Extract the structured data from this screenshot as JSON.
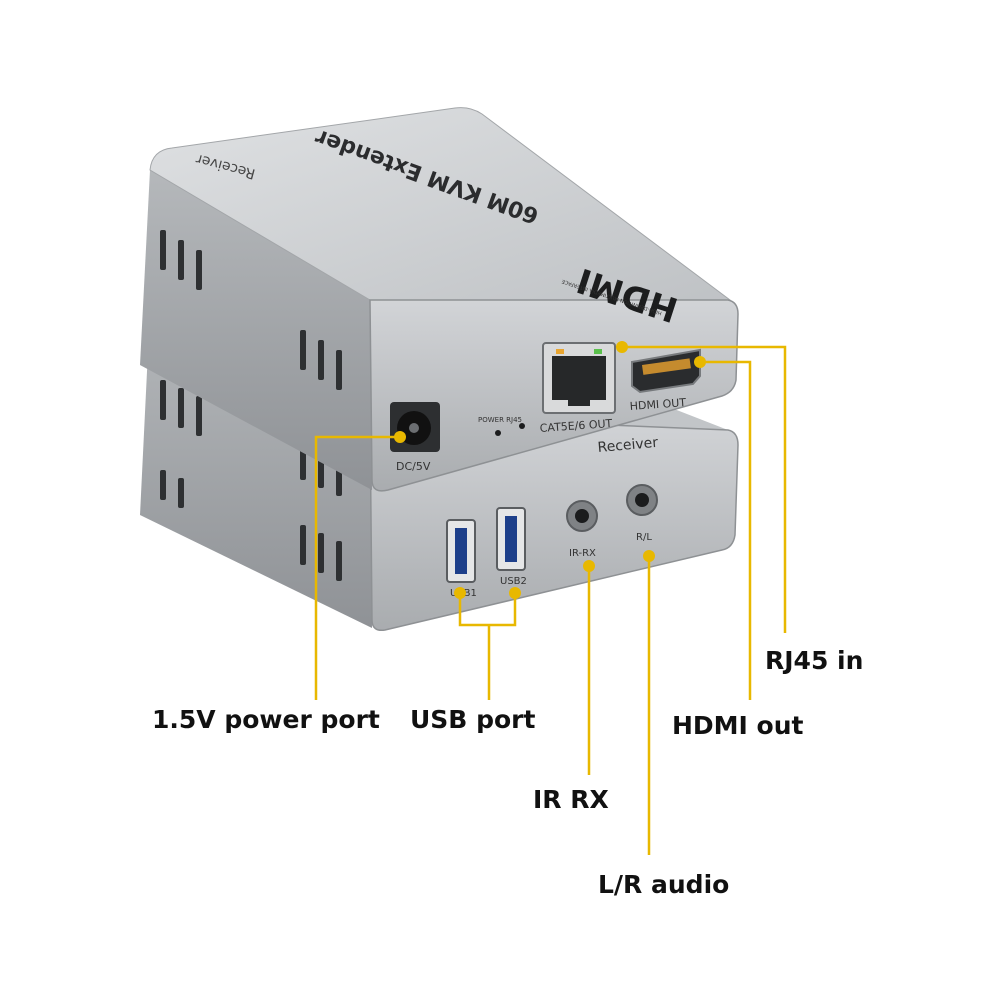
{
  "device": {
    "receiver_label_top": "Receiver",
    "model_title": "60M KVM Extender",
    "brand_logo": "HDMI",
    "brand_tagline": "HIGH-DEFINITION MULTIMEDIA INTERFACE",
    "label_power_rj45": "POWER RJ45",
    "label_dc": "DC/5V",
    "label_cat": "CAT5E/6 OUT",
    "label_hdmi_out": "HDMI OUT",
    "receiver_label_front": "Receiver",
    "label_usb1": "USB1",
    "label_usb2": "USB2",
    "label_irrx": "IR-RX",
    "label_rl": "R/L"
  },
  "callouts": {
    "power": "1.5V power port",
    "usb": "USB port",
    "irrx": "IR RX",
    "audio": "L/R audio",
    "hdmi": "HDMI out",
    "rj45": "RJ45 in"
  },
  "colors": {
    "leader": "#e8b800",
    "body": "#c9cbce",
    "body_dark": "#9a9da1",
    "panel": "#b7babd",
    "port": "#2a2c2e"
  }
}
